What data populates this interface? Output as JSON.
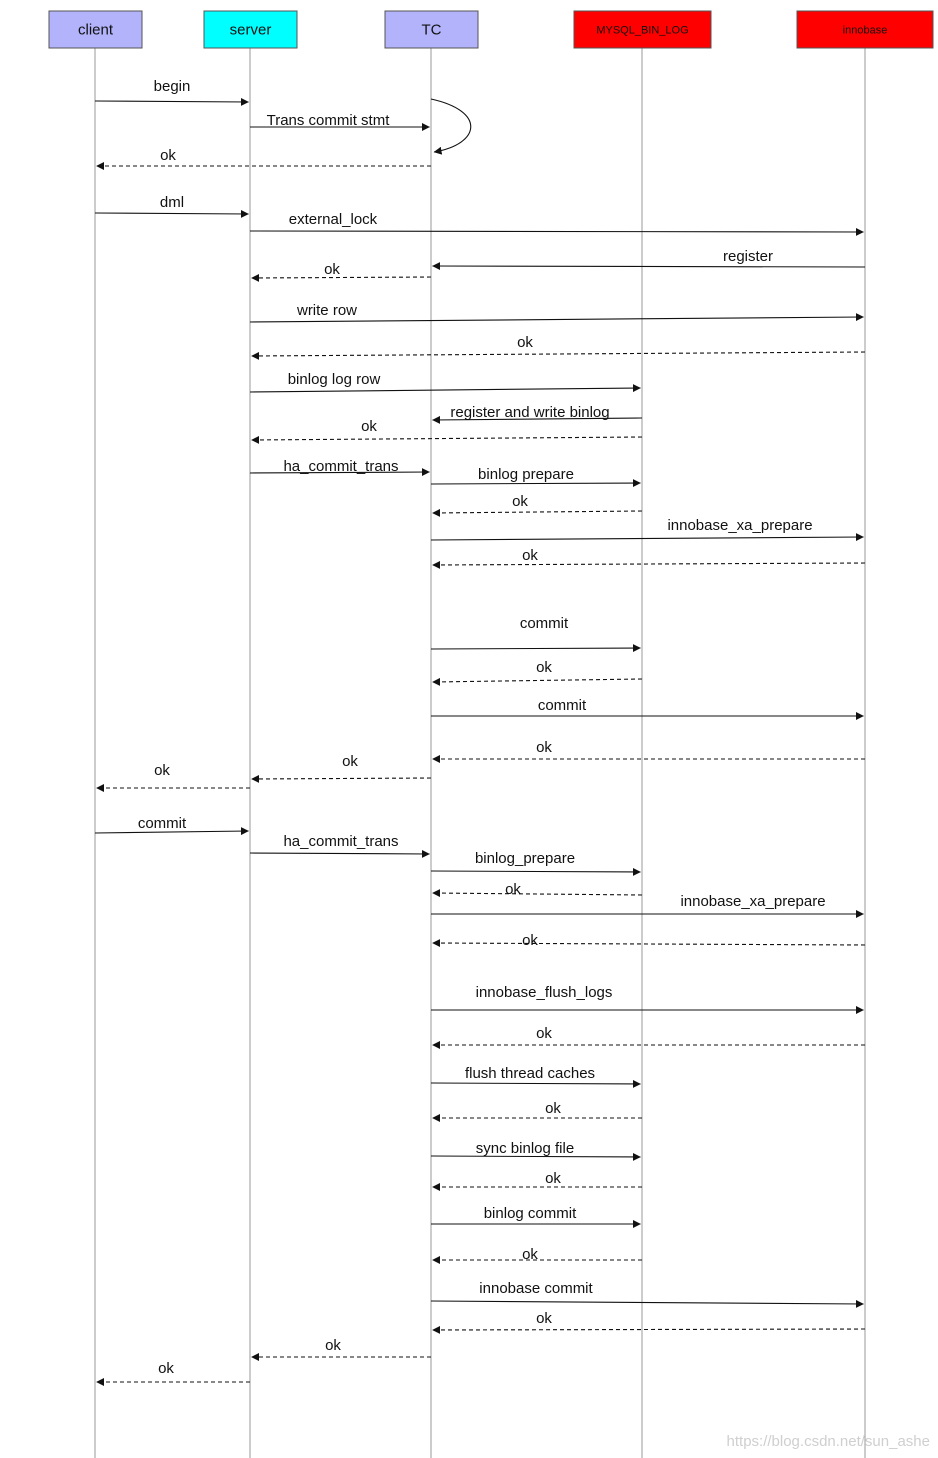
{
  "participants": [
    {
      "id": "client",
      "label": "client",
      "fill": "#b3b3fb"
    },
    {
      "id": "server",
      "label": "server",
      "fill": "#00ffff"
    },
    {
      "id": "tc",
      "label": "TC",
      "fill": "#b3b3fb"
    },
    {
      "id": "binlog",
      "label": "MYSQL_BIN_LOG",
      "fill": "#ff0000"
    },
    {
      "id": "innobase",
      "label": "innobase",
      "fill": "#ff0000"
    }
  ],
  "messages": [
    {
      "from": "client",
      "to": "server",
      "label": "begin",
      "style": "solid"
    },
    {
      "from": "server",
      "to": "tc",
      "label": "Trans commit stmt",
      "style": "solid"
    },
    {
      "from": "tc",
      "to": "tc",
      "label": "",
      "style": "self"
    },
    {
      "from": "tc",
      "to": "client",
      "label": "ok",
      "style": "dashed"
    },
    {
      "from": "client",
      "to": "server",
      "label": "dml",
      "style": "solid"
    },
    {
      "from": "server",
      "to": "innobase",
      "label": "external_lock",
      "style": "solid"
    },
    {
      "from": "innobase",
      "to": "tc",
      "label": "register",
      "style": "solid"
    },
    {
      "from": "tc",
      "to": "server",
      "label": "ok",
      "style": "dashed"
    },
    {
      "from": "server",
      "to": "innobase",
      "label": "write row",
      "style": "solid"
    },
    {
      "from": "innobase",
      "to": "server",
      "label": "ok",
      "style": "dashed"
    },
    {
      "from": "server",
      "to": "binlog",
      "label": "binlog log row",
      "style": "solid"
    },
    {
      "from": "binlog",
      "to": "tc",
      "label": "register and write binlog",
      "style": "solid"
    },
    {
      "from": "binlog",
      "to": "server",
      "label": "ok",
      "style": "dashed"
    },
    {
      "from": "server",
      "to": "tc",
      "label": "ha_commit_trans",
      "style": "solid"
    },
    {
      "from": "tc",
      "to": "binlog",
      "label": "binlog prepare",
      "style": "solid"
    },
    {
      "from": "binlog",
      "to": "tc",
      "label": "ok",
      "style": "dashed"
    },
    {
      "from": "tc",
      "to": "innobase",
      "label": "innobase_xa_prepare",
      "style": "solid"
    },
    {
      "from": "innobase",
      "to": "tc",
      "label": "ok",
      "style": "dashed"
    },
    {
      "from": "tc",
      "to": "binlog",
      "label": "commit",
      "style": "solid"
    },
    {
      "from": "binlog",
      "to": "tc",
      "label": "ok",
      "style": "dashed"
    },
    {
      "from": "tc",
      "to": "innobase",
      "label": "commit",
      "style": "solid"
    },
    {
      "from": "innobase",
      "to": "tc",
      "label": "ok",
      "style": "dashed"
    },
    {
      "from": "tc",
      "to": "server",
      "label": "ok",
      "style": "dashed"
    },
    {
      "from": "server",
      "to": "client",
      "label": "ok",
      "style": "dashed"
    },
    {
      "from": "client",
      "to": "server",
      "label": "commit",
      "style": "solid"
    },
    {
      "from": "server",
      "to": "tc",
      "label": "ha_commit_trans",
      "style": "solid"
    },
    {
      "from": "tc",
      "to": "binlog",
      "label": "binlog_prepare",
      "style": "solid"
    },
    {
      "from": "binlog",
      "to": "tc",
      "label": "ok",
      "style": "dashed"
    },
    {
      "from": "tc",
      "to": "innobase",
      "label": "innobase_xa_prepare",
      "style": "solid"
    },
    {
      "from": "innobase",
      "to": "tc",
      "label": "ok",
      "style": "dashed"
    },
    {
      "from": "tc",
      "to": "innobase",
      "label": "innobase_flush_logs",
      "style": "solid"
    },
    {
      "from": "innobase",
      "to": "tc",
      "label": "ok",
      "style": "dashed"
    },
    {
      "from": "tc",
      "to": "binlog",
      "label": "flush thread caches",
      "style": "solid"
    },
    {
      "from": "binlog",
      "to": "tc",
      "label": "ok",
      "style": "dashed"
    },
    {
      "from": "tc",
      "to": "binlog",
      "label": "sync binlog file",
      "style": "solid"
    },
    {
      "from": "binlog",
      "to": "tc",
      "label": "ok",
      "style": "dashed"
    },
    {
      "from": "tc",
      "to": "binlog",
      "label": "binlog commit",
      "style": "solid"
    },
    {
      "from": "binlog",
      "to": "tc",
      "label": "ok",
      "style": "dashed"
    },
    {
      "from": "tc",
      "to": "innobase",
      "label": "innobase commit",
      "style": "solid"
    },
    {
      "from": "innobase",
      "to": "tc",
      "label": "ok",
      "style": "dashed"
    },
    {
      "from": "tc",
      "to": "server",
      "label": "ok",
      "style": "dashed"
    },
    {
      "from": "server",
      "to": "client",
      "label": "ok",
      "style": "dashed"
    }
  ],
  "watermark": "https://blog.csdn.net/sun_ashe"
}
